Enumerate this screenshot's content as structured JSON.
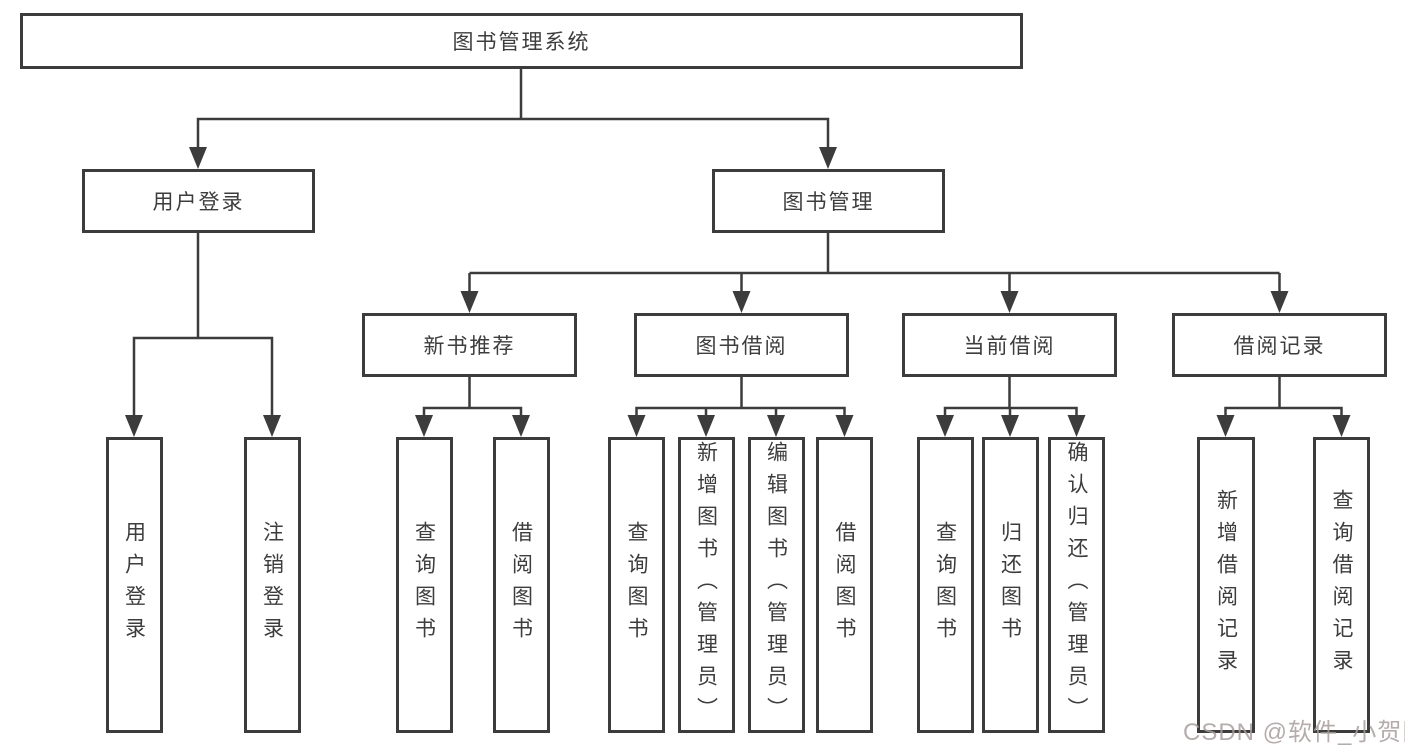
{
  "colors": {
    "line": "#3c3c3c",
    "text": "#3d3d3d",
    "background": "#ffffff",
    "watermark": "#a89e9e"
  },
  "tree": {
    "root": {
      "label": "图书管理系统"
    },
    "level2": [
      {
        "label": "用户登录"
      },
      {
        "label": "图书管理"
      }
    ],
    "level3": [
      {
        "label": "新书推荐"
      },
      {
        "label": "图书借阅"
      },
      {
        "label": "当前借阅"
      },
      {
        "label": "借阅记录"
      }
    ],
    "leaves": {
      "user_login": [
        "用户登录",
        "注销登录"
      ],
      "new_book_recommend": [
        "查询图书",
        "借阅图书"
      ],
      "book_borrowing": [
        "查询图书",
        "新增图书（管理员）",
        "编辑图书（管理员）",
        "借阅图书"
      ],
      "current_borrowing": [
        "查询图书",
        "归还图书",
        "确认归还（管理员）"
      ],
      "borrowing_records": [
        "新增借阅记录",
        "查询借阅记录"
      ]
    }
  },
  "watermark": "CSDN @软件_小贺同学"
}
